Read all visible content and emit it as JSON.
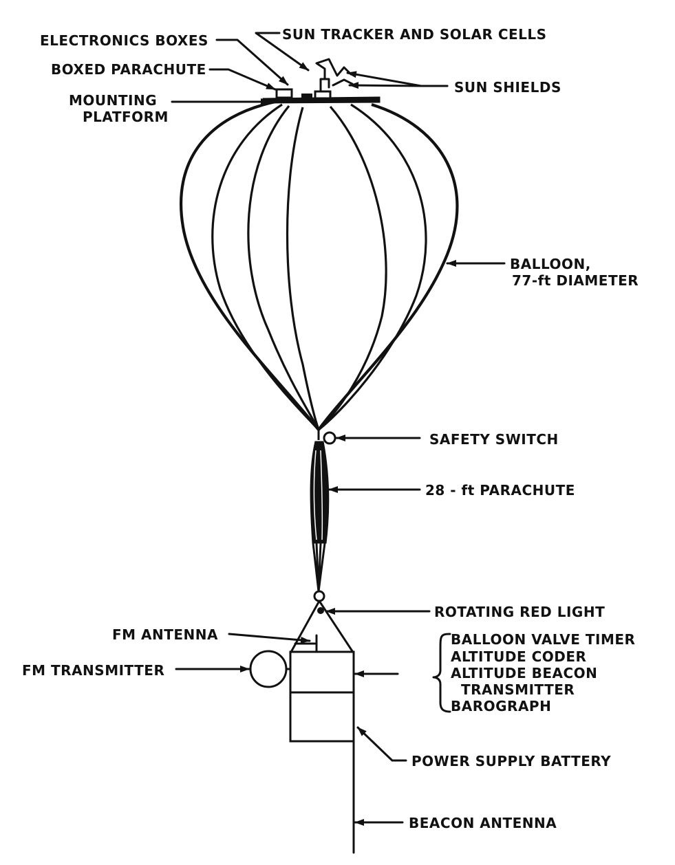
{
  "labels": {
    "sun_tracker": "SUN TRACKER AND SOLAR CELLS",
    "electronics_boxes": "ELECTRONICS BOXES",
    "boxed_parachute": "BOXED PARACHUTE",
    "sun_shields": "SUN SHIELDS",
    "mounting_platform_1": "MOUNTING",
    "mounting_platform_2": "PLATFORM",
    "balloon_1": "BALLOON,",
    "balloon_2": "77-ft DIAMETER",
    "safety_switch": "SAFETY SWITCH",
    "parachute": "28 - ft PARACHUTE",
    "rotating_red_light": "ROTATING RED LIGHT",
    "fm_antenna": "FM ANTENNA",
    "fm_transmitter": "FM TRANSMITTER",
    "balloon_valve_timer": "BALLOON VALVE TIMER",
    "altitude_coder": "ALTITUDE CODER",
    "altitude_beacon": "ALTITUDE BEACON",
    "transmitter": "TRANSMITTER",
    "barograph": "BAROGRAPH",
    "power_supply_battery": "POWER SUPPLY BATTERY",
    "beacon_antenna": "BEACON ANTENNA"
  },
  "colors": {
    "ink": "#111111",
    "background": "#ffffff"
  }
}
